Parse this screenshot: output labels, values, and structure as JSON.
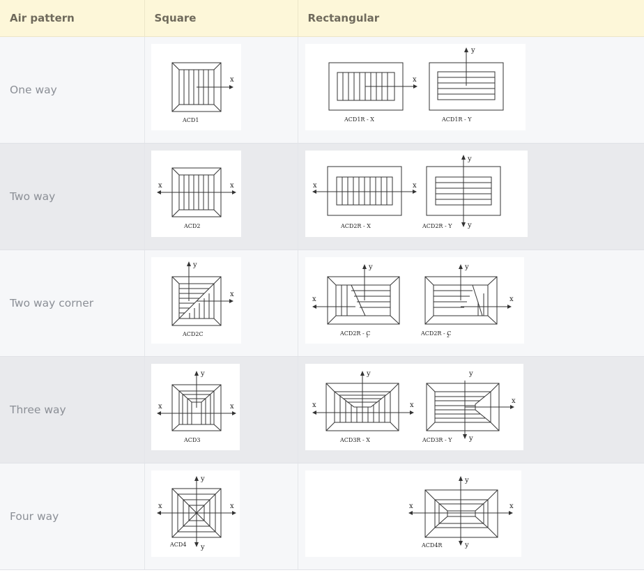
{
  "headers": {
    "pattern": "Air pattern",
    "square": "Square",
    "rect": "Rectangular"
  },
  "rows": [
    {
      "label": "One way",
      "sq": "ACD1",
      "r1": "ACD1R - X",
      "r2": "ACD1R - Y"
    },
    {
      "label": "Two way",
      "sq": "ACD2",
      "r1": "ACD2R - X",
      "r2": "ACD2R - Y"
    },
    {
      "label": "Two way corner",
      "sq": "ACD2C",
      "r1": "ACD2R - C",
      "r1sub": "1",
      "r2": "ACD2R - C",
      "r2sub": "2"
    },
    {
      "label": "Three way",
      "sq": "ACD3",
      "r1": "ACD3R - X",
      "r2": "ACD3R - Y"
    },
    {
      "label": "Four way",
      "sq": "ACD4",
      "r1": "ACD4R"
    }
  ],
  "axis": {
    "x": "x",
    "y": "y"
  }
}
